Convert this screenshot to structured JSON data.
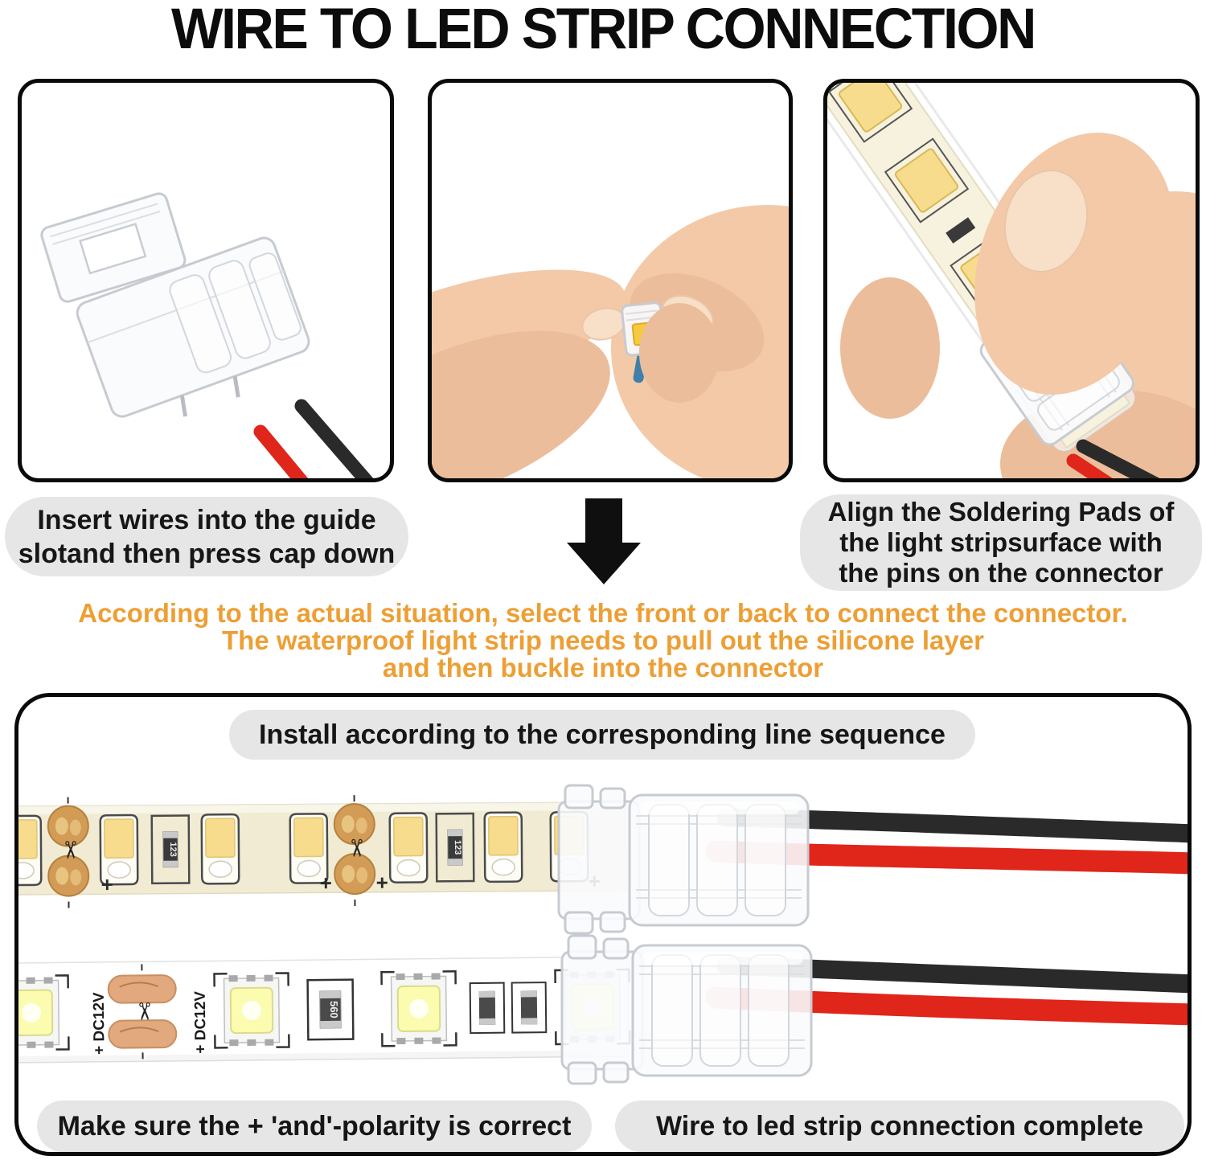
{
  "title": "WIRE TO LED STRIP CONNECTION",
  "captions": {
    "insert": {
      "line1": "Insert wires into the guide",
      "line2": "slotand then press cap down"
    },
    "align": {
      "line1": "Align the Soldering Pads of",
      "line2": "the light stripsurface with",
      "line3": "the pins on the connector"
    }
  },
  "note": {
    "line1": "According to the actual situation, select the front or back to connect the connector.",
    "line2": "The waterproof light strip needs to pull out the silicone layer",
    "line3": "and then buckle into the connector"
  },
  "panel": {
    "header": "Install according to the corresponding line sequence",
    "caption_left": "Make sure the + 'and'-polarity is correct",
    "caption_right": "Wire to led strip connection complete"
  },
  "strip": {
    "voltage_label": "+ DC12V",
    "plus": "+",
    "resistor_code_top": "123",
    "resistor_code_bottom": "560"
  },
  "icons": {
    "scissors": "✂",
    "down_arrow": "▼"
  },
  "colors": {
    "note_orange": "#ED9F35",
    "box_gray": "#E6E6E6",
    "wire_red": "#E0251B",
    "wire_black": "#2A2A2A",
    "led_warm": "#F6DC8C",
    "led_cool": "#FBFCB0",
    "copper": "#D29B56",
    "copper_light": "#E2A87E",
    "strip_cream": "#F1EBD3",
    "skin": "#F3C9A8"
  }
}
